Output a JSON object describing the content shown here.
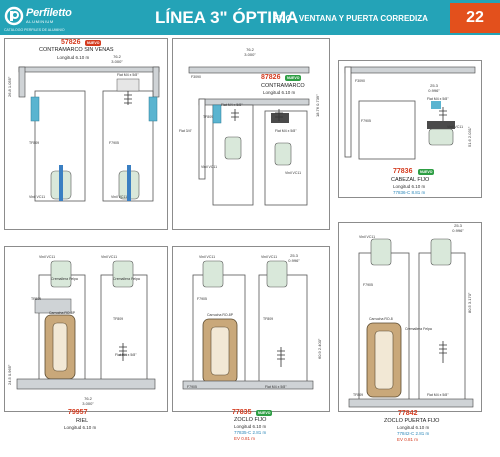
{
  "header": {
    "logo": "Perfiletto",
    "logo_sub": "ALUMINIUM",
    "logo_tag": "CATÁLOGO PERFILES DE ALUMINIO",
    "title": "LÍNEA 3\" ÓPTIMA",
    "subtitle": "FIJO - VENTANA Y PUERTA CORREDIZA",
    "page": "22",
    "colors": {
      "bar": "#24a3b7",
      "page_badge": "#e3501c"
    }
  },
  "panels": [
    {
      "code": "57826",
      "badge": "NUEVO",
      "desc": "CONTRAMARCO SIN VENAS",
      "length": "Longitud  6.10 m",
      "dims": [
        "76.2",
        "3.000\"",
        "26.8",
        "1.055\"",
        "77.2",
        "3.04\""
      ],
      "labels": [
        "Flat M4 x 5/8\"",
        "Vinil VC11",
        "Vinil VC11",
        "TF809",
        "F7905"
      ]
    },
    {
      "code": "87826",
      "badge": "NUEVO",
      "desc": "CONTRAMARCO",
      "length": "Longitud  6.10 m",
      "dims": [
        "76.2",
        "3.000\"",
        "18.76",
        "0.739\""
      ],
      "labels": [
        "F3090",
        "Flat M4 x 5/8\"",
        "Flat M4 x 5/8\"",
        "TF809",
        "Vinil VC11",
        "Vinil VC11",
        "Flat 3/4\""
      ]
    },
    {
      "code": "77836",
      "badge": "NUEVO",
      "desc": "CABEZAL FIJO",
      "length": "Longitud  6.10 m",
      "options": [
        {
          "name": "77836-C",
          "value": "8.81 m"
        }
      ],
      "dims": [
        "25.3",
        "0.996\"",
        "51.6",
        "2.031\""
      ],
      "labels": [
        "F3090",
        "Flat M4 x 5/8\"",
        "Vinil VC11",
        "F7905"
      ]
    },
    {
      "code": "79957",
      "desc": "RIEL",
      "length": "Longitud  6.10 m",
      "dims": [
        "76.2",
        "3.000\"",
        "24.5",
        "0.965\""
      ],
      "labels": [
        "Vinil VC11",
        "Vinil VC11",
        "Cremallera Felpa",
        "Cremallera Felpa",
        "Carrucha RO-8P",
        "TF809",
        "TF809",
        "Flat M4 x 5/8\""
      ]
    },
    {
      "code": "77835",
      "badge": "NUEVO",
      "desc": "ZOCLO FIJO",
      "length": "Longitud  6.10 m",
      "options": [
        {
          "name": "77835-C",
          "value": "2.81 m"
        },
        {
          "name": "EV",
          "value": "0.81 m"
        }
      ],
      "dims": [
        "25.3",
        "0.996\"",
        "60.9",
        "2.400\""
      ],
      "labels": [
        "Vinil VC11",
        "Vinil VC11",
        "Carrucha RO-8P",
        "F7905",
        "TF809",
        "F7905",
        "Flat M4 x 5/8\""
      ]
    },
    {
      "code": "77842",
      "desc": "ZOCLO PUERTA FIJO",
      "length": "Longitud  6.10 m",
      "options": [
        {
          "name": "77842-C",
          "value": "2.81 m"
        },
        {
          "name": "EV",
          "value": "0.81 m"
        }
      ],
      "dims": [
        "25.3",
        "0.996\"",
        "80.5",
        "3.170\""
      ],
      "labels": [
        "Vinil VC11",
        "Cremallera Felpa",
        "Carrucha RO-8",
        "F7905",
        "TF809",
        "Flat M4 x 5/8\""
      ]
    }
  ]
}
